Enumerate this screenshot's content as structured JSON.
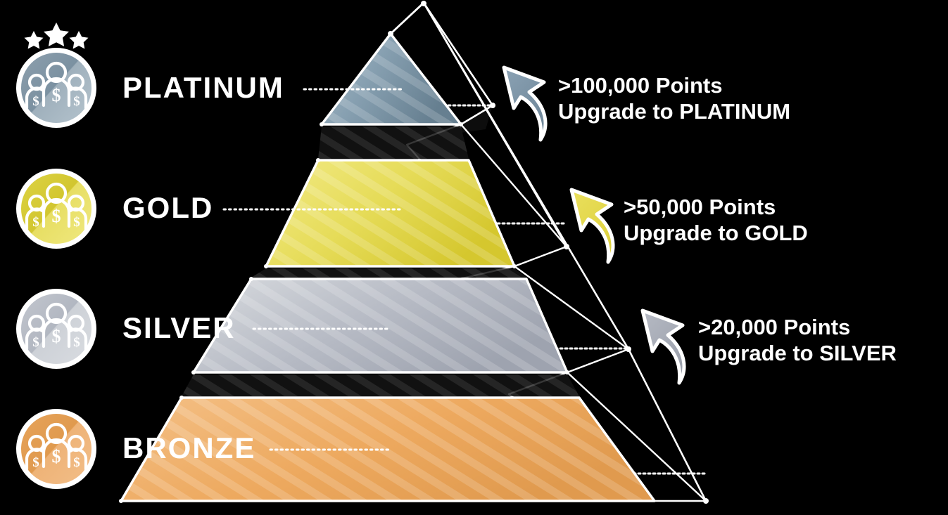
{
  "meta": {
    "title": "Loyalty Tier Pyramid",
    "background_color": "#000000"
  },
  "tiers": [
    {
      "id": "platinum",
      "label": "PLATINUM",
      "badge_icon": "group-dollar-badge-icon",
      "stars": 3,
      "color_light": "#a8b8c4",
      "color_dark": "#6b8293",
      "threshold_text": ">100,000 Points",
      "upgrade_text": "Upgrade to PLATINUM",
      "arrow_icon": "curved-up-arrow-icon",
      "arrow_color": "#7d96a9"
    },
    {
      "id": "gold",
      "label": "GOLD",
      "badge_icon": "group-dollar-badge-icon",
      "stars": 0,
      "color_light": "#f0e87a",
      "color_dark": "#d9cc36",
      "threshold_text": ">50,000 Points",
      "upgrade_text": "Upgrade to GOLD",
      "arrow_icon": "curved-up-arrow-icon",
      "arrow_color": "#e3d94f"
    },
    {
      "id": "silver",
      "label": "SILVER",
      "badge_icon": "group-dollar-badge-icon",
      "stars": 0,
      "color_light": "#d2d5da",
      "color_dark": "#a4a9b4",
      "threshold_text": ">20,000 Points",
      "upgrade_text": "Upgrade to SILVER",
      "arrow_icon": "curved-up-arrow-icon",
      "arrow_color": "#a9adb7"
    },
    {
      "id": "bronze",
      "label": "BRONZE",
      "badge_icon": "group-dollar-badge-icon",
      "stars": 0,
      "color_light": "#f0b878",
      "color_dark": "#e09a4e",
      "threshold_text": "",
      "upgrade_text": "",
      "arrow_icon": "",
      "arrow_color": ""
    }
  ]
}
